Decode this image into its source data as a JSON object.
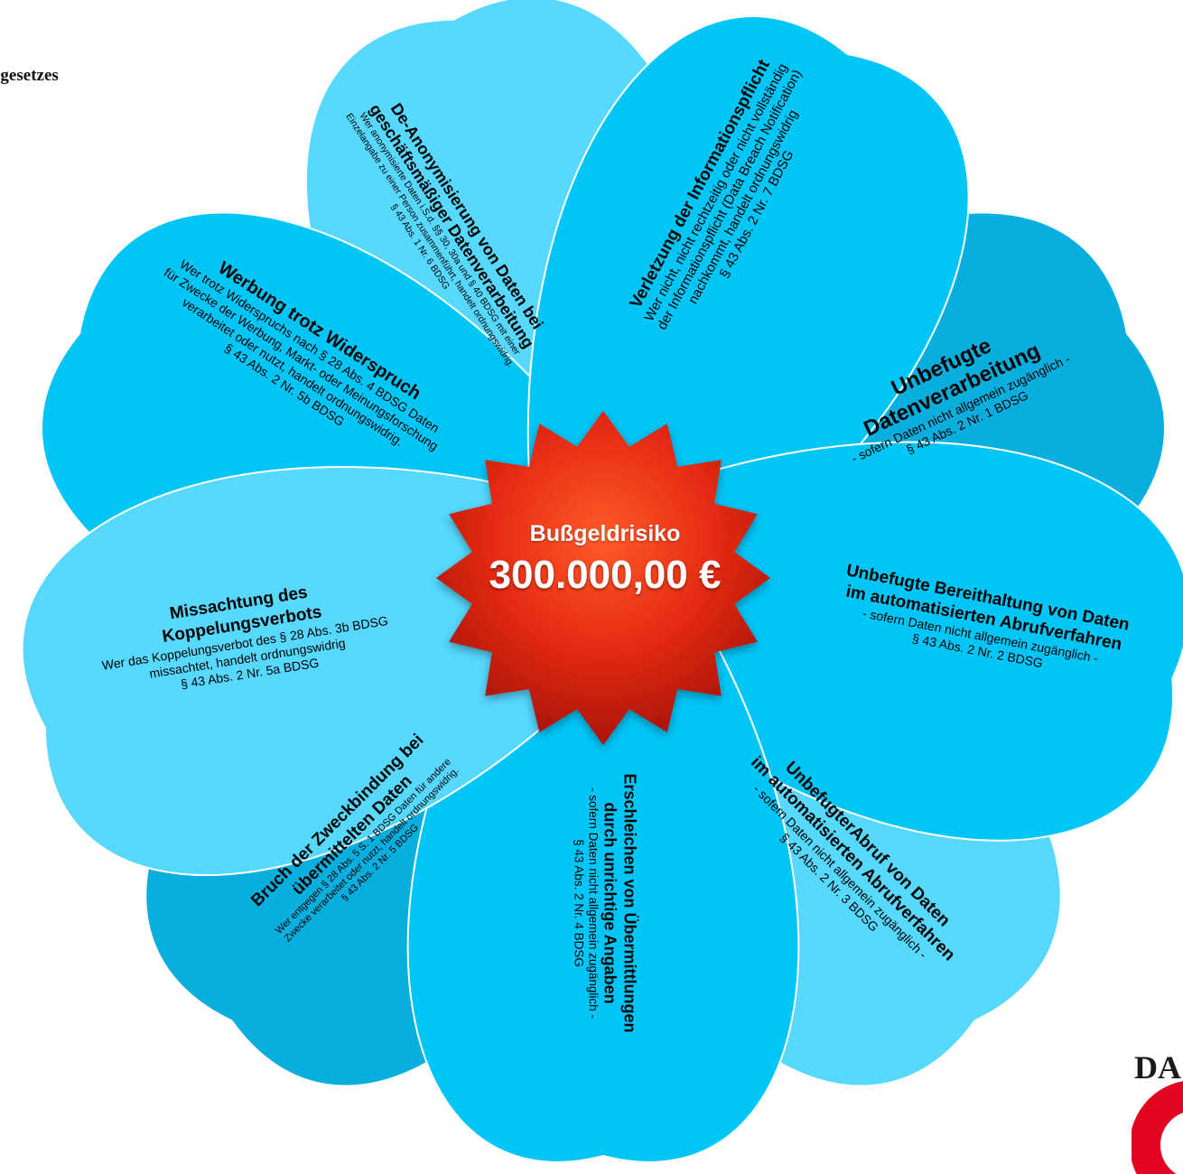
{
  "header": {
    "title": "s\nzgesetzes"
  },
  "center": {
    "label": "Bußgeldrisiko",
    "amount": "300.000,00 €"
  },
  "colors": {
    "petal_dark": "#08aede",
    "petal_mid": "#00c6f8",
    "petal_light": "#56d8ff",
    "center_red": "#d6200e",
    "logo_red": "#e30520"
  },
  "petals": [
    {
      "title": "De-Anonymisierung von Daten bei\ngeschäftsmäßiger Datenverarbeitung",
      "desc": "Wer anonymisierte Daten i.S.d. §§ 30, 30a und § 40 BDSG mit einer\nEinzelangabe zu einer Person zusammenführt, handelt ordnungswidrig.\n§ 43 Abs. 1 Nr. 6 BDSG"
    },
    {
      "title": "Verletzung der Informationspflicht",
      "desc": "Wer nicht, nicht rechtzeitig oder nicht vollständig\nder Informationspflicht (Data Breach Notification)\nnachkommt, handelt ordnungswidrig\n§ 43 Abs. 2 Nr. 7 BDSG"
    },
    {
      "title": "Unbefugte\nDatenverarbeitung",
      "desc": "- sofern Daten nicht allgemein zugänglich -\n§ 43 Abs. 2 Nr. 1 BDSG"
    },
    {
      "title": "Unbefugte Bereithaltung von Daten\nim automatisierten Abrufverfahren",
      "desc": "- sofern Daten nicht allgemein zugänglich -\n§ 43 Abs. 2 Nr. 2 BDSG"
    },
    {
      "title": "UnbefugterAbruf von Daten\nim automatisierten Abrufverfahren",
      "desc": "- sofern Daten nicht allgemein zugänglich -\n§ 43 Abs. 2 Nr. 3 BDSG"
    },
    {
      "title": "Erschleichen von Übermittlungen\ndurch unrichtige Angaben",
      "desc": "- sofern Daten nicht allgemein zugänglich -\n§ 43 Abs. 2 Nr. 4 BDSG"
    },
    {
      "title": "Bruch der Zweckbindung bei\nübermittelten Daten",
      "desc": "Wer entgegen § 28 Abs. 5 S. 1 BDSG Daten für andere\nZwecke verarbeitet oder nutzt, handelt ordnungswidrig.\n§ 43 Abs. 2 Nr. 5 BDSG"
    },
    {
      "title": "Missachtung des\nKoppelungsverbots",
      "desc": "Wer das Koppelungsverbot des § 28 Abs. 3b BDSG\nmissachtet, handelt ordnungswidrig\n§ 43 Abs. 2 Nr. 5a BDSG"
    },
    {
      "title": "Werbung trotz Widerspruch",
      "desc": "Wer trotz Widerspruchs nach § 28 Abs. 4 BDSG Daten\nfür Zwecke der Werbung, Markt- oder Meinungsforschung\nverarbeitet oder nutzt, handelt ordnungswidrig.\n§ 43 Abs. 2 Nr. 5b BDSG"
    }
  ],
  "logo": {
    "text": "DA"
  }
}
